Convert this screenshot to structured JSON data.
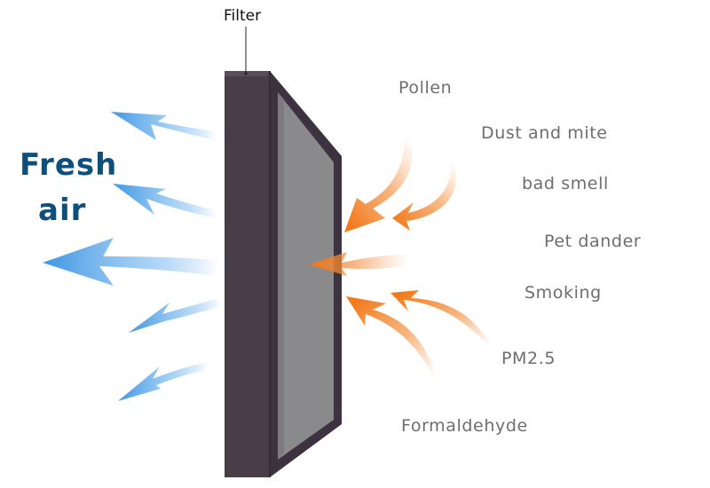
{
  "diagram": {
    "filter_label": "Filter",
    "fresh_air_line1": "Fresh",
    "fresh_air_line2": "air",
    "pollutants": [
      {
        "label": "Pollen"
      },
      {
        "label": "Dust and mite"
      },
      {
        "label": "bad smell"
      },
      {
        "label": "Pet dander"
      },
      {
        "label": "Smoking"
      },
      {
        "label": "PM2.5"
      },
      {
        "label": "Formaldehyde"
      }
    ]
  },
  "colors": {
    "frame_front": "#493e48",
    "frame_side": "#3d3340",
    "frame_edge": "#2d262e",
    "media": "#8a898b",
    "incoming_arrow": "#f27a1a",
    "outgoing_arrow": "#3f96e3",
    "fresh_air_text": "#0e4f7c",
    "pollutant_text": "#6d6e70"
  },
  "icons": {
    "incoming": "orange-pollutant-arrow",
    "outgoing": "blue-fresh-air-arrow"
  }
}
